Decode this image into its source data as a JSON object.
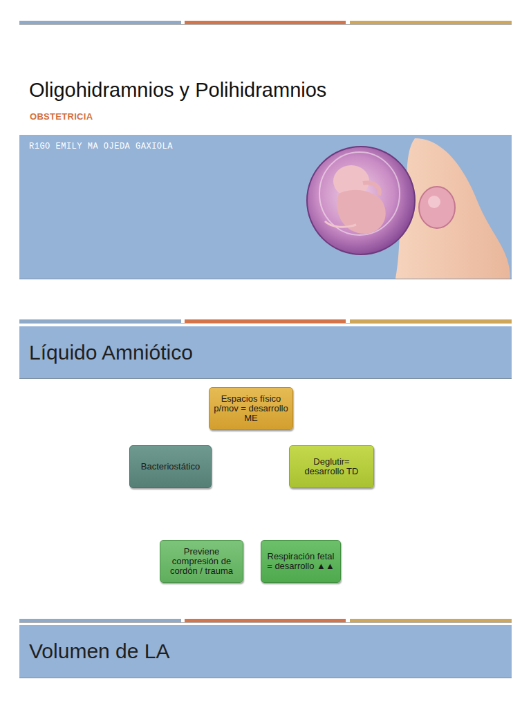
{
  "diagram": {
    "title": "Oligohidramnios y Polihidramnios",
    "nodes": [
      {
        "text": [
          "R1GO EMILY MA OJEDA GAXIOLA"
        ]
      },
      {
        "text": [
          "Líquido Amniótico"
        ]
      },
      {
        "text": [
          "Espacios físico p/mov = desarrollo ME"
        ]
      },
      {
        "text": [
          "Bacteriostático"
        ]
      },
      {
        "text": [
          "Deglutir= desarrollo  TD"
        ]
      },
      {
        "text": [
          "Previene compresión de cordón / trauma"
        ]
      },
      {
        "text": [
          "Respiración fetal = desarrollo ▲▲"
        ]
      },
      {
        "text": [
          "Volumen de LA"
        ]
      }
    ],
    "labels": [
      "OBSTETRICIA"
    ]
  }
}
